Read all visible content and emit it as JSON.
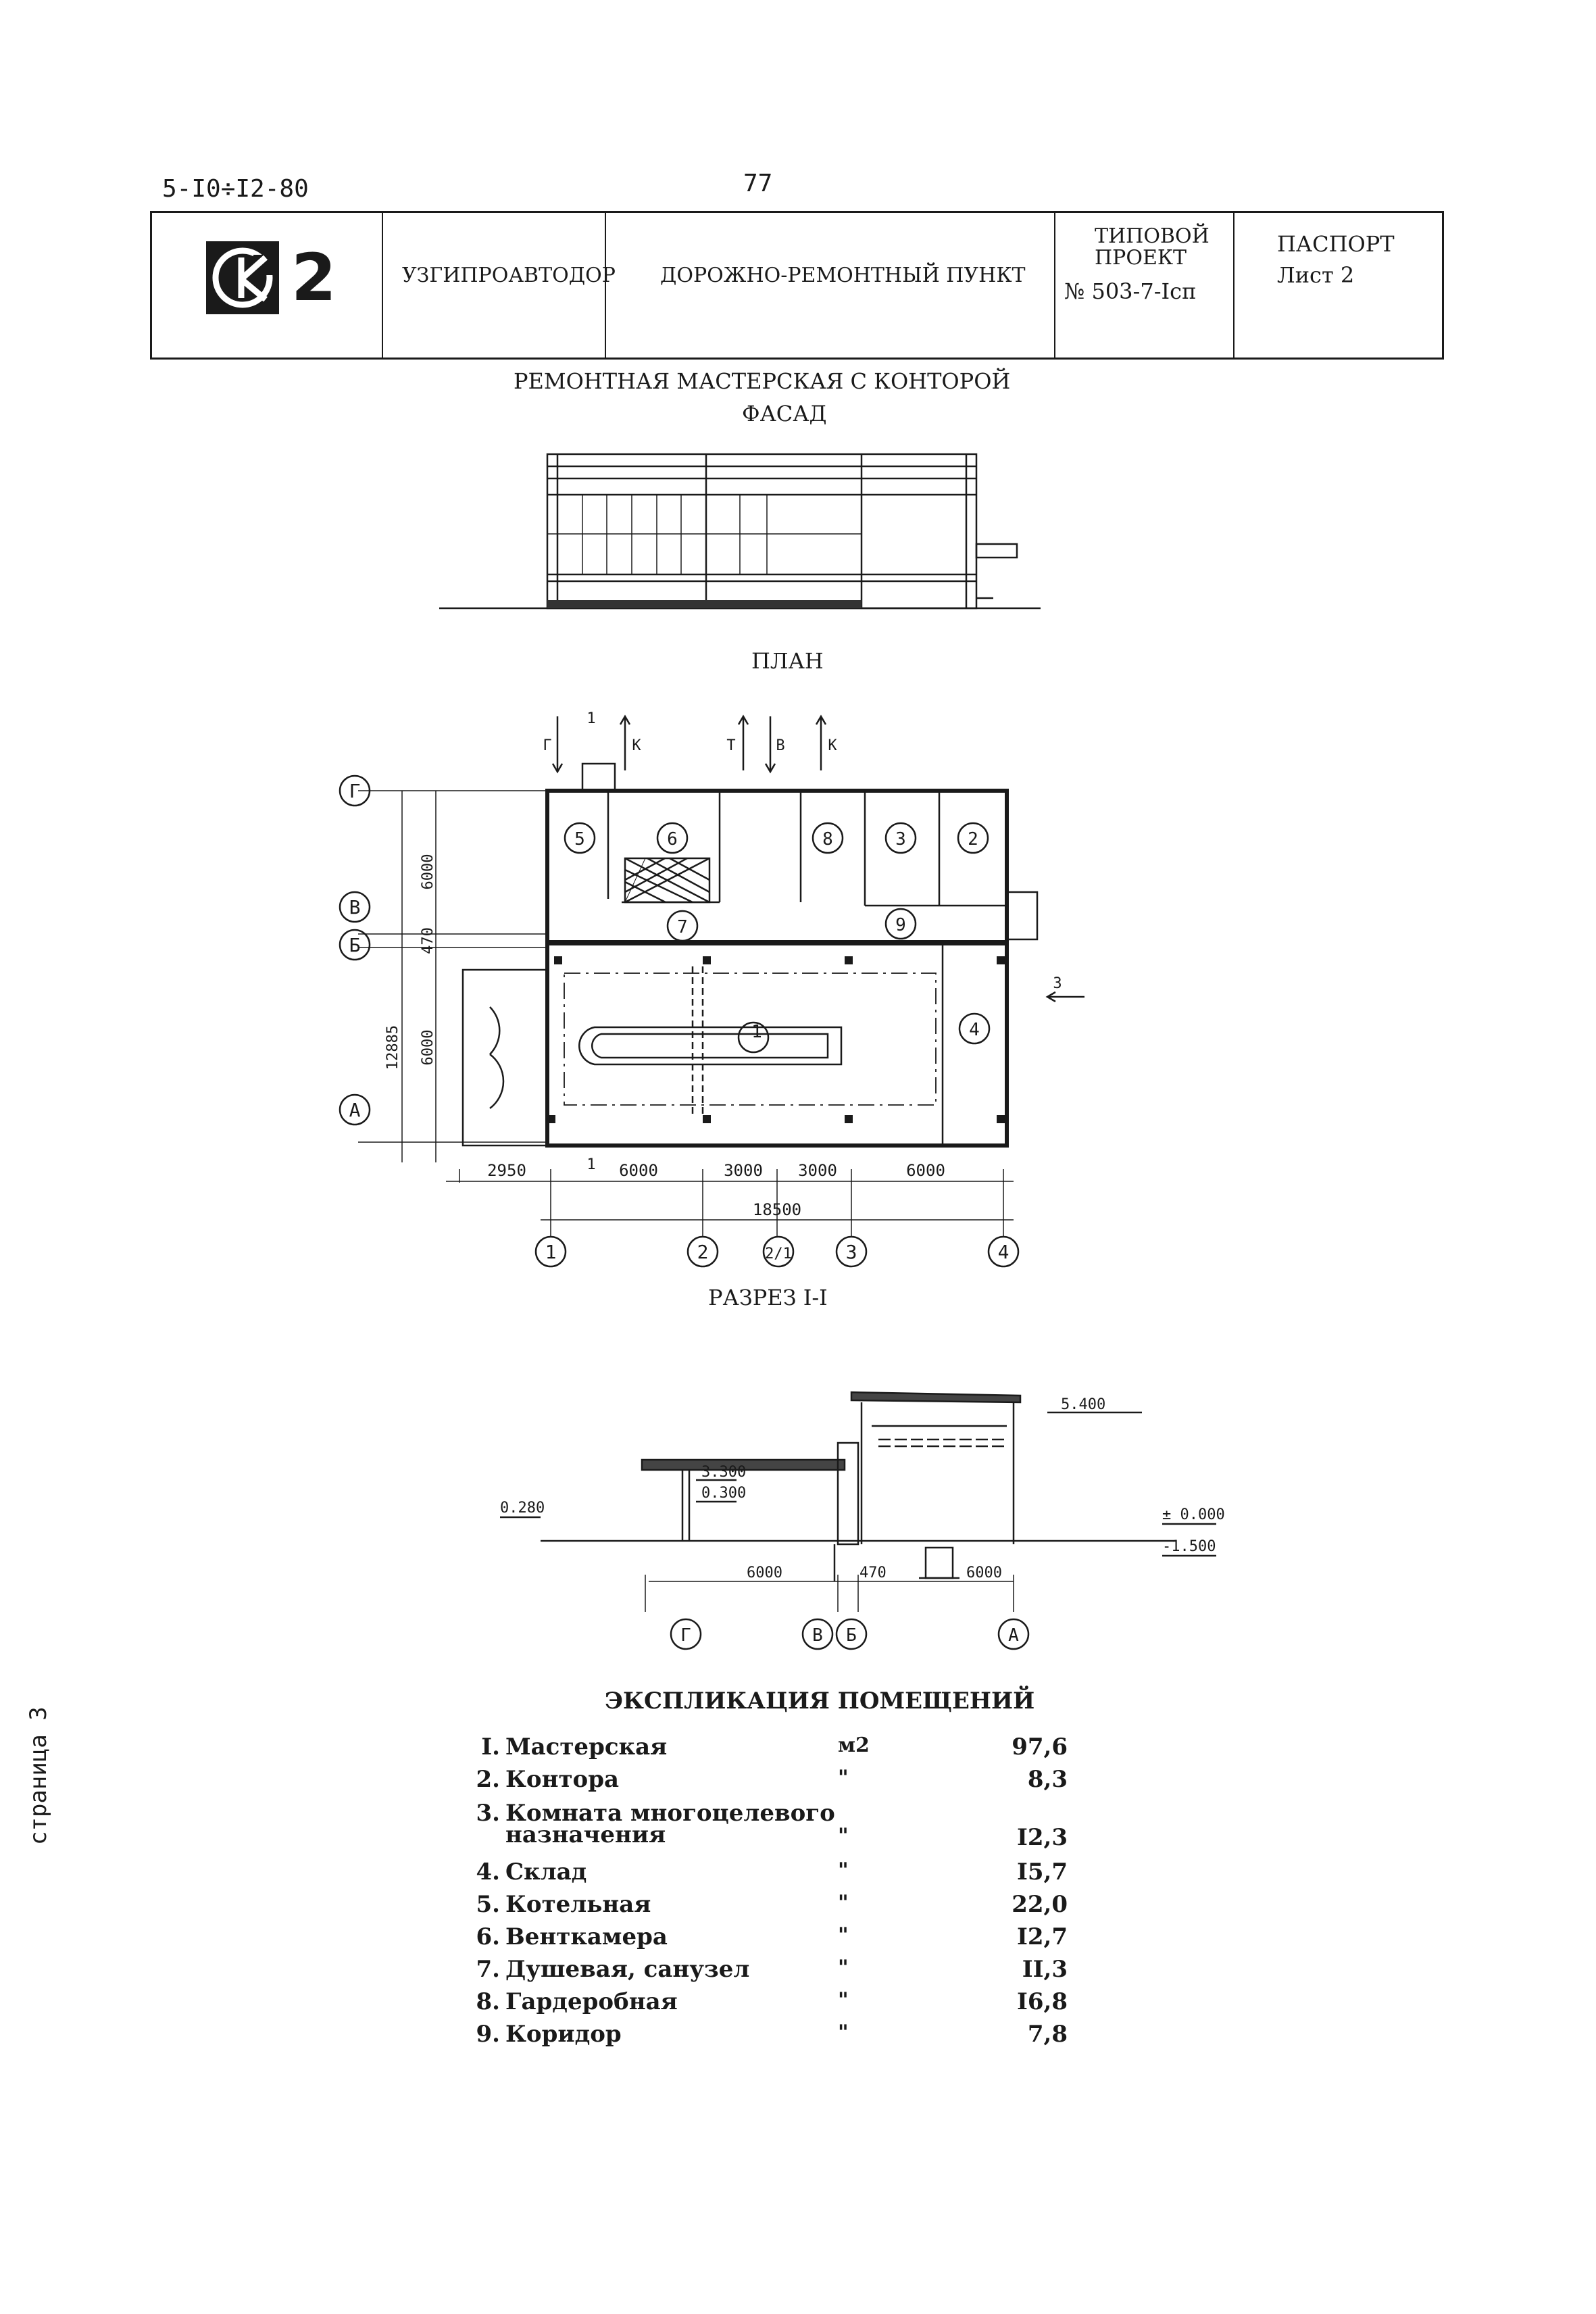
{
  "header": {
    "doc_code": "5-I0÷I2-80",
    "page_number": "77",
    "logo_number": "2",
    "organization": "УЗГИПРОАВТОДОР",
    "project_title": "ДОРОЖНО-РЕМОНТНЫЙ ПУНКТ",
    "project_type_line1": "ТИПОВОЙ",
    "project_type_line2": "ПРОЕКТ",
    "project_number": "№ 503-7-Iсп",
    "sheet_type": "ПАСПОРТ",
    "sheet_number": "Лист 2"
  },
  "titles": {
    "main": "РЕМОНТНАЯ МАСТЕРСКАЯ С КОНТОРОЙ",
    "facade": "ФАСАД",
    "plan": "ПЛАН",
    "section": "РАЗРЕЗ I-I",
    "explication": "ЭКСПЛИКАЦИЯ ПОМЕЩЕНИЙ"
  },
  "plan": {
    "axes_rows": [
      "Г",
      "В",
      "Б",
      "А"
    ],
    "axes_cols": [
      "1",
      "2",
      "2/1",
      "3",
      "4"
    ],
    "dims_vertical": [
      "6000",
      "470",
      "6000",
      "12885"
    ],
    "dims_horizontal": [
      "2950",
      "6000",
      "3000",
      "3000",
      "6000",
      "18500"
    ],
    "utility_labels": [
      "Г",
      "К",
      "Т",
      "В",
      "К"
    ],
    "section_mark": "1",
    "entry_mark": "3",
    "room_labels": [
      "1",
      "2",
      "3",
      "4",
      "5",
      "6",
      "7",
      "8",
      "9"
    ]
  },
  "section": {
    "levels": [
      "5.400",
      "3.300",
      "0.300",
      "0.280",
      "± 0.000",
      "-1.500"
    ],
    "dims": [
      "6000",
      "470",
      "6000"
    ],
    "axes": [
      "Г",
      "В",
      "Б",
      "А"
    ]
  },
  "explication": {
    "unit_main": "м2",
    "unit_ditto": "\"",
    "rows": [
      {
        "no": "I.",
        "name": "Мастерская",
        "unit": "м2",
        "value": "97,6"
      },
      {
        "no": "2.",
        "name": "Контора",
        "unit": "\"",
        "value": "8,3"
      },
      {
        "no": "3.",
        "name": "Комната многоцелевого",
        "name2": "назначения",
        "unit": "\"",
        "value": "I2,3"
      },
      {
        "no": "4.",
        "name": "Склад",
        "unit": "\"",
        "value": "I5,7"
      },
      {
        "no": "5.",
        "name": "Котельная",
        "unit": "\"",
        "value": "22,0"
      },
      {
        "no": "6.",
        "name": "Венткамера",
        "unit": "\"",
        "value": "I2,7"
      },
      {
        "no": "7.",
        "name": "Душевая, санузел",
        "unit": "\"",
        "value": "II,3"
      },
      {
        "no": "8.",
        "name": "Гардеробная",
        "unit": "\"",
        "value": "I6,8"
      },
      {
        "no": "9.",
        "name": "Коридор",
        "unit": "\"",
        "value": "7,8"
      }
    ]
  },
  "side_note": "страница 3"
}
